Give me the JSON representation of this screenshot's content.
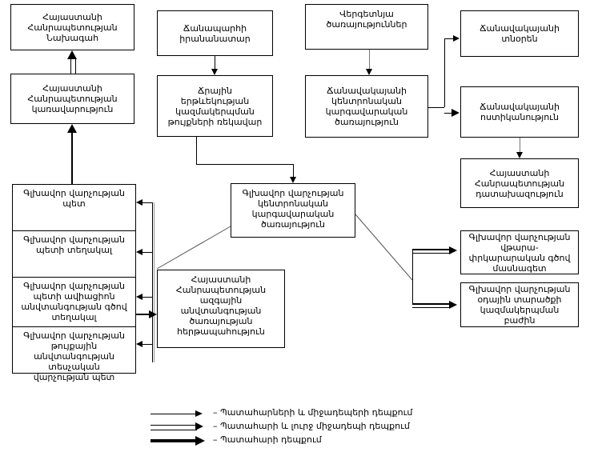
{
  "diagram": {
    "title": "Organizational structure chart (Armenian)",
    "nodes": {
      "president": "Հայաստանի\nՀանրապետության\nՆախագահ",
      "government": "Հայաստանի\nՀանրապետության\nկառավարություն",
      "road_fund": "Ճանապարհի\nիրանանատար",
      "road_transport_head": "Ճրային\nերթևեկության\nկազմակերպման\nթույքների ռեկավար",
      "parliament_services": "Վերգետնյա\nծառայություններ",
      "road_central_service": "Ճանավակայանի\nկենտրոնական\nկարգավարական\nծառայություն",
      "road_inspection": "Ճանավակայանի\nտնօրեն",
      "road_police": "Ճանավակայանի\nոստիկանություն",
      "prosecutor": "Հայաստանի\nՀանրապետության\nդատախազություն",
      "chief_service_head": "Գլխավոր վարչության\nպետ",
      "chief_service_deputy": "Գլխավոր վարչության\nպետի տեղակալ",
      "chief_service_security_deputy": "Գլխավոր վարչության\nպետի ավիացիոն\nանվտանգության գծով\nտեղակալ",
      "chief_service_permit_head": "Գլխավոր վարչության\nթույքային\nանվտանգության\nտեսչական\nվարչության պետ",
      "center_main": "Գլխավոր վարչության\nկենտրոնական\nկարգավարական\nծառայություն",
      "national_security": "Հայաստանի\nՀանրապետության\nազգային\nանվտանգության\nծառայության\nհերթապահություն",
      "analytical_group": "Գլխավոր վարչության\nվթարա-\nփրկարարական գծով\nմասնագետ",
      "air_area_org": "Գլխավոր վարչության\nօդային տարածքի\nկազմակերպման\nբաժին"
    },
    "legend": {
      "items": [
        {
          "style": "thin",
          "label": "– Պատահարների և միջադեպերի դեպքում"
        },
        {
          "style": "double",
          "label": "– Պատահարի և լուրջ միջադեպի դեպքում"
        },
        {
          "style": "thick",
          "label": "– Պատահարի դեպքում"
        }
      ]
    },
    "colors": {
      "line": "#000000",
      "box_border": "#000000",
      "background": "#ffffff",
      "text": "#000000"
    }
  }
}
